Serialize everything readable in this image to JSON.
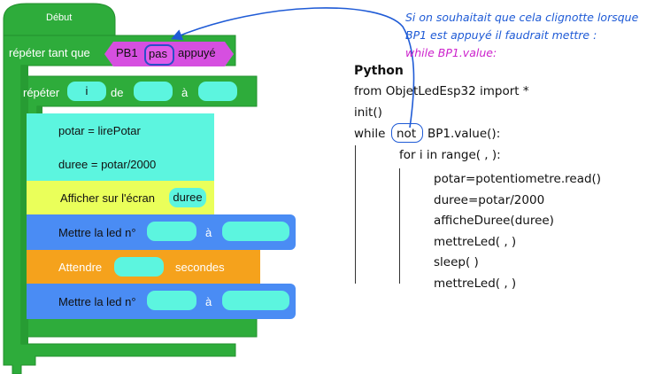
{
  "blocks": {
    "start_label": "Début",
    "while_label": "répéter tant que",
    "while_cond": {
      "left": "PB1",
      "not_word": "pas",
      "right": "appuyé"
    },
    "for_label": "répéter",
    "for_var": "i",
    "for_de": "de",
    "for_a": "à",
    "statements": [
      {
        "text": "potar = lirePotar",
        "color": "#5cf5df"
      },
      {
        "text": "duree = potar/2000",
        "color": "#5cf5df"
      }
    ],
    "afficher_label": "Afficher sur l'écran",
    "afficher_value": "duree",
    "led1_label": "Mettre la led n°",
    "led1_a": "à",
    "wait_label": "Attendre",
    "wait_unit": "secondes",
    "led2_label": "Mettre la led n°",
    "led2_a": "à"
  },
  "note": {
    "line1": "Si on souhaitait que cela clignotte lorsque",
    "line2": "BP1 est appuyé il faudrait mettre :",
    "line3": "while BP1.value:"
  },
  "python": {
    "title": "Python",
    "lines": [
      "from ObjetLedEsp32 import *",
      "init()"
    ],
    "while_kw": "while",
    "not_kw": "not",
    "while_rest": "BP1.value():",
    "for_line": "for i in range(         ,          ):",
    "body": [
      "potar=potentiometre.read()",
      "duree=potar/2000",
      "afficheDuree(duree)",
      "mettreLed(          ,               )",
      "sleep(               )",
      "mettreLed(          ,               )"
    ]
  },
  "colors": {
    "green_block": "#2eac3b",
    "green_dark": "#23902e",
    "cyan": "#5cf5df",
    "magenta": "#d64fe0",
    "yellow": "#eaff5a",
    "blue_block": "#4a8cf4",
    "orange": "#f5a21c",
    "note_blue": "#1f5bd6",
    "note_magenta": "#cc22cc"
  }
}
